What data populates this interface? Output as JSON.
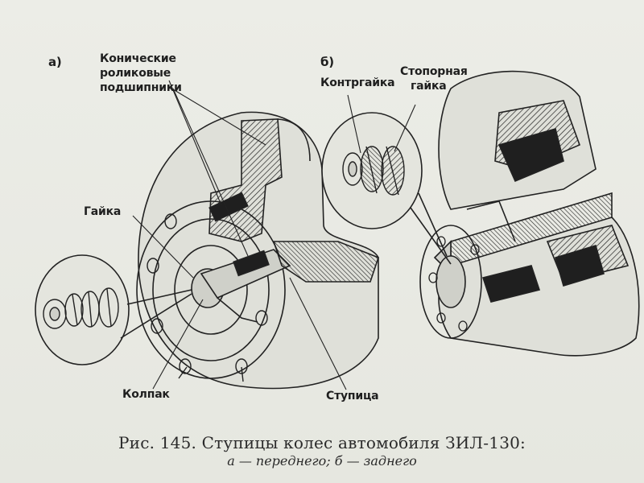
{
  "panels": {
    "front": {
      "letter": "а)"
    },
    "rear": {
      "letter": "б)"
    }
  },
  "labels": {
    "bearings": [
      "Конические",
      "роликовые",
      "подшипники"
    ],
    "nut": "Гайка",
    "cap": "Колпак",
    "hub": "Ступица",
    "locknut": "Контргайка",
    "stop_nut": [
      "Стопорная",
      "гайка"
    ]
  },
  "caption": {
    "line1": "Рис. 145. Ступицы колес автомобиля ЗИЛ-130:",
    "line2": "а — переднего; б — заднего"
  },
  "colors": {
    "ink": "#1f1f1f",
    "paper": "#e9eae4"
  }
}
